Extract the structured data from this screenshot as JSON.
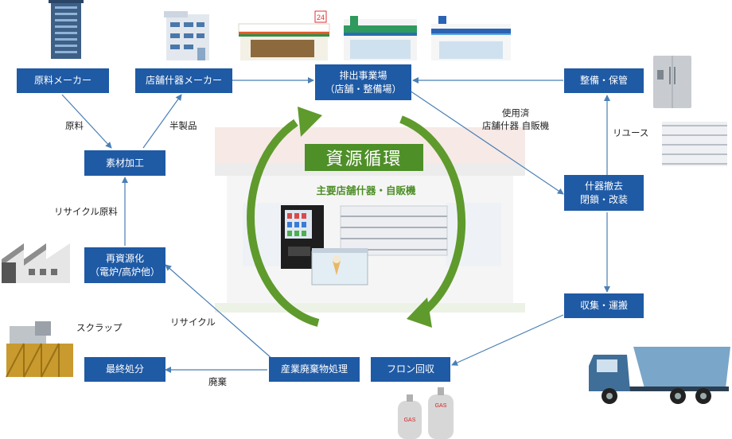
{
  "colors": {
    "box": "#1f5aa5",
    "arrow": "#4a7fb5",
    "cycle": "#5f9a2d"
  },
  "center": {
    "title": "資源循環",
    "subtitle": "主要店舗什器・自販機"
  },
  "boxes": {
    "raw_maker": "原料メーカー",
    "fixture_maker": "店舗什器メーカー",
    "discharge_site": [
      "排出事業場",
      "（店舗・整備場）"
    ],
    "maintenance": "整備・保管",
    "material": "素材加工",
    "removal": [
      "什器撤去",
      "閉鎖・改装"
    ],
    "regen": [
      "再資源化",
      "（電炉/高炉他）"
    ],
    "collection": "収集・運搬",
    "final": "最終処分",
    "industrial": "産業廃棄物処理",
    "freon": "フロン回収"
  },
  "labels": {
    "raw": "原料",
    "semi": "半製品",
    "used": [
      "使用済",
      "店舗什器 自販機"
    ],
    "reuse": "リユース",
    "recycled_raw": "リサイクル原料",
    "recycle": "リサイクル",
    "scrap": "スクラップ",
    "disposal": "廃棄",
    "store_sign": "24",
    "gas": "GAS"
  },
  "icons": [
    "office-building-icon",
    "fixture-factory-icon",
    "convenience-store-icon",
    "refrigerator-icon",
    "shelf-icon",
    "factory-icon",
    "scrap-container-icon",
    "dump-truck-icon",
    "gas-cylinder-icon",
    "vending-machine-icon",
    "freezer-icon",
    "display-shelf-icon"
  ]
}
